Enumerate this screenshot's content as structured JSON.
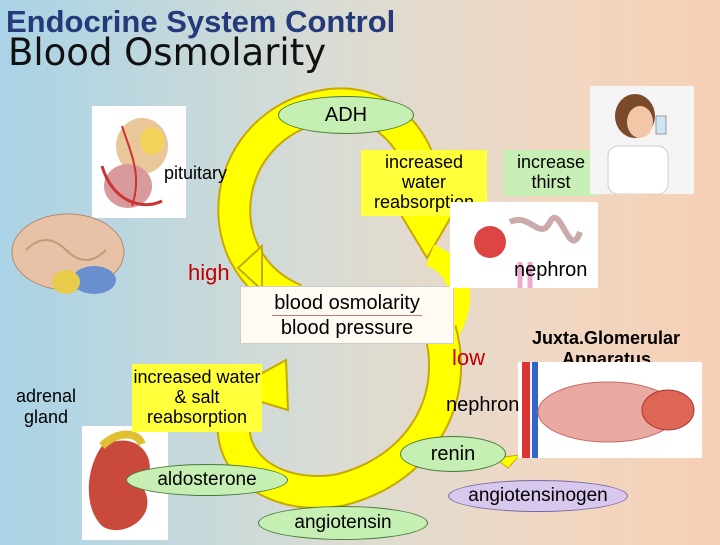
{
  "title": {
    "line1": "Endocrine System Control",
    "line2": "Blood Osmolarity"
  },
  "center": {
    "line1": "blood osmolarity",
    "line2": "blood pressure"
  },
  "labels": {
    "adh": "ADH",
    "pituitary": "pituitary",
    "increased_water_reabsorption": "increased water reabsorption",
    "increase_thirst": "increase thirst",
    "high": "high",
    "nephron_top": "nephron",
    "low": "low",
    "juxtaglomerular_line1": "Juxta.Glomerular",
    "juxtaglomerular_line2": "Apparatus",
    "adrenal_gland": "adrenal gland",
    "increased_water_salt_reabsorption": "increased water & salt reabsorption",
    "nephron_bottom": "nephron",
    "renin": "renin",
    "aldosterone": "aldosterone",
    "angiotensinogen": "angiotensinogen",
    "angiotensin": "angiotensin"
  },
  "colors": {
    "arrow_yellow": "#ffff00",
    "arrow_outline": "#c8a800",
    "pill_green": "#c6efb4",
    "pill_purple": "#d8c8ee",
    "title_blue": "#243a7a",
    "high_red": "#c00000",
    "low_red": "#c00000"
  },
  "icons": [
    "pituitary-gland-image",
    "brain-image",
    "kidney-adrenal-image",
    "nephron-image",
    "woman-drinking-image",
    "juxtaglomerular-image"
  ]
}
